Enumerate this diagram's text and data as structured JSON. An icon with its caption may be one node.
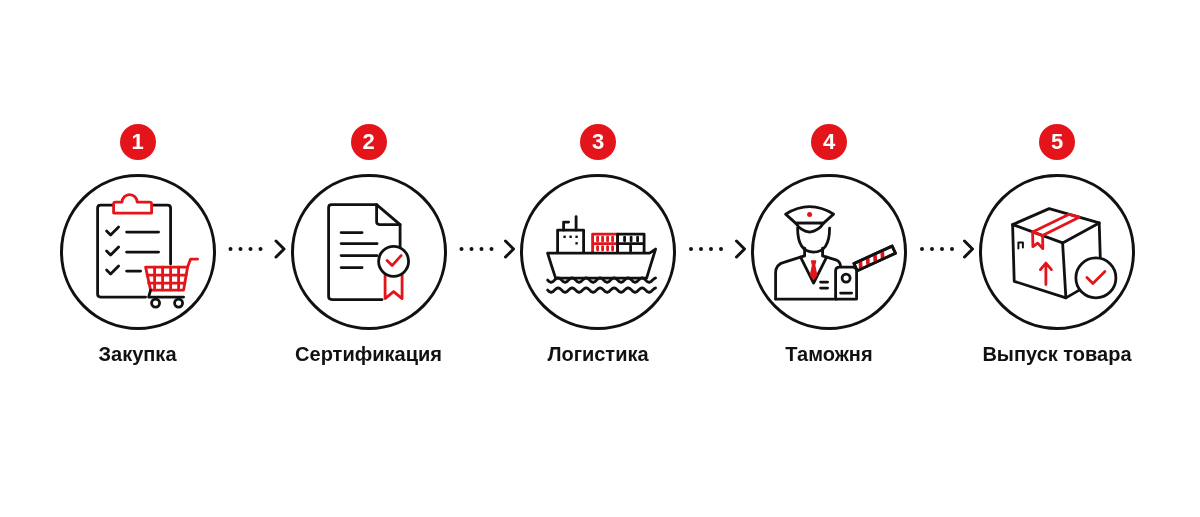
{
  "diagram": {
    "nodes": [
      {
        "text": [
          "1"
        ]
      },
      {
        "text": [
          "Закупка"
        ]
      },
      {
        "text": [
          "2"
        ]
      },
      {
        "text": [
          "Сертификация"
        ]
      },
      {
        "text": [
          "3"
        ]
      },
      {
        "text": [
          "Логистика"
        ]
      },
      {
        "text": [
          "4"
        ]
      },
      {
        "text": [
          "Таможня"
        ]
      },
      {
        "text": [
          "5"
        ]
      },
      {
        "text": [
          "Выпуск товара"
        ]
      }
    ],
    "edges": [
      {
        "from": 1,
        "to": 3,
        "arrow": "to"
      },
      {
        "from": 3,
        "to": 5,
        "arrow": "to"
      },
      {
        "from": 5,
        "to": 7,
        "arrow": "to"
      },
      {
        "from": 7,
        "to": 9,
        "arrow": "to"
      }
    ]
  }
}
